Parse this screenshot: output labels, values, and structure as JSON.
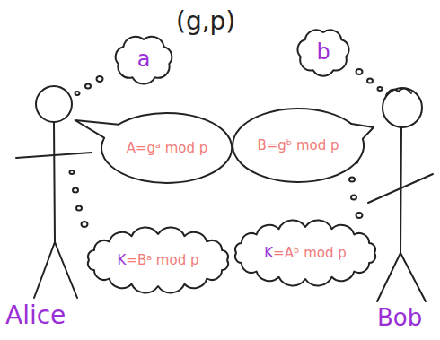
{
  "diagram": {
    "nodes": [
      {
        "text": [
          "a"
        ]
      },
      {
        "text": [
          "b"
        ]
      },
      {
        "text": [
          "A=gᵃ mod p"
        ]
      },
      {
        "text": [
          "B=gᵇ mod p"
        ]
      },
      {
        "text": [
          "K=Bᵃ mod p"
        ]
      },
      {
        "text": [
          "K=Aᵇ mod p"
        ]
      }
    ],
    "labels": [
      "(g,p)",
      "Alice",
      "Bob"
    ]
  }
}
